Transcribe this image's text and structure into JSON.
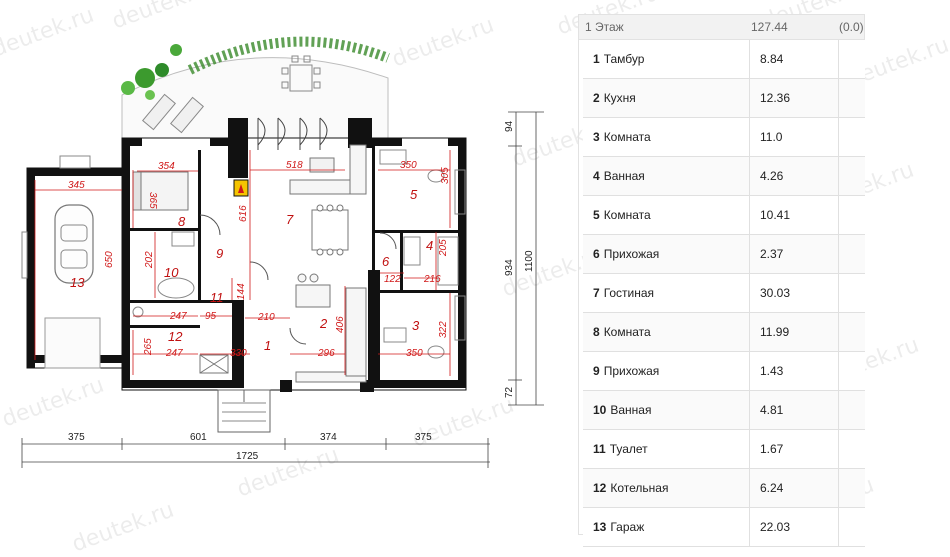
{
  "summary": {
    "floor_label": "1 Этаж",
    "total_area": "127.44",
    "extra": "(0.0)"
  },
  "rooms": [
    {
      "num": "1",
      "name": "Тамбур",
      "area": "8.84"
    },
    {
      "num": "2",
      "name": "Кухня",
      "area": "12.36"
    },
    {
      "num": "3",
      "name": "Комната",
      "area": "11.0"
    },
    {
      "num": "4",
      "name": "Ванная",
      "area": "4.26"
    },
    {
      "num": "5",
      "name": "Комната",
      "area": "10.41"
    },
    {
      "num": "6",
      "name": "Прихожая",
      "area": "2.37"
    },
    {
      "num": "7",
      "name": "Гостиная",
      "area": "30.03"
    },
    {
      "num": "8",
      "name": "Комната",
      "area": "11.99"
    },
    {
      "num": "9",
      "name": "Прихожая",
      "area": "1.43"
    },
    {
      "num": "10",
      "name": "Ванная",
      "area": "4.81"
    },
    {
      "num": "11",
      "name": "Туалет",
      "area": "1.67"
    },
    {
      "num": "12",
      "name": "Котельная",
      "area": "6.24"
    },
    {
      "num": "13",
      "name": "Гараж",
      "area": "22.03"
    }
  ],
  "plan": {
    "room_labels": [
      "1",
      "2",
      "3",
      "4",
      "5",
      "6",
      "7",
      "8",
      "9",
      "10",
      "11",
      "12",
      "13"
    ],
    "red_dims": [
      "345",
      "354",
      "518",
      "350",
      "365",
      "616",
      "305",
      "650",
      "202",
      "144",
      "122",
      "216",
      "205",
      "247",
      "95",
      "210",
      "406",
      "322",
      "265",
      "247",
      "330",
      "296",
      "350"
    ],
    "bottom_dims": [
      "375",
      "601",
      "374",
      "375",
      "1725"
    ],
    "right_dims": [
      "94",
      "934",
      "1100",
      "72"
    ]
  },
  "watermark": "deutek.ru",
  "colors": {
    "wall": "#111111",
    "dim_red": "#d01818",
    "header_bg": "#f2f2f2"
  }
}
